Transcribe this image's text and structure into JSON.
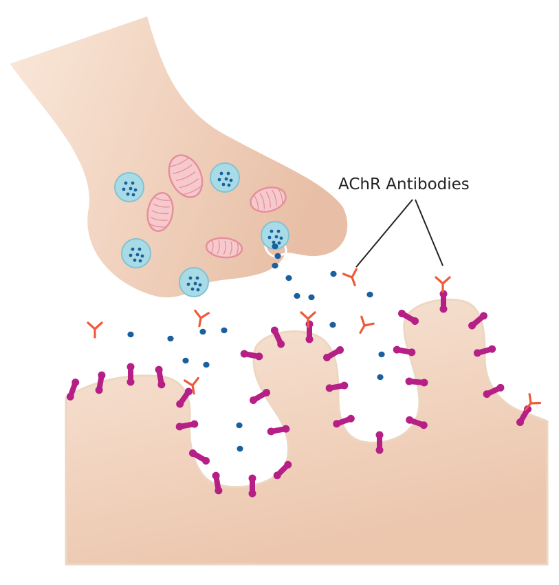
{
  "diagram": {
    "callout": {
      "label": "AChR Antibodies",
      "icon": "antibody-icon"
    },
    "elements": {
      "presynaptic_terminal": {
        "icon": "nerve-terminal-shape"
      },
      "postsynaptic_membrane": {
        "icon": "muscle-membrane-folds"
      },
      "synaptic_vesicle": {
        "icon": "vesicle-icon"
      },
      "mitochondrion": {
        "icon": "mitochondrion-icon"
      },
      "acetylcholine": {
        "icon": "dot-icon"
      },
      "receptor": {
        "icon": "receptor-icon"
      },
      "antibody": {
        "icon": "antibody-icon"
      }
    }
  },
  "colors": {
    "nerve_fill_light": "#fae8da",
    "nerve_fill_dark": "#e8bfa6",
    "membrane_outline": "#ecd7c2",
    "muscle_fill_light": "#f8e6d8",
    "muscle_fill_dark": "#ecc6ad",
    "vesicle": "#a9dbe6",
    "vesicle_outline": "#7fc3d4",
    "acetylcholine": "#1a5f9e",
    "mitochondrion_fill": "#f6c9cc",
    "mitochondrion_outline": "#e58f9a",
    "receptor": "#b51f86",
    "antibody": "#ee5a3a",
    "callout_line": "#222222"
  }
}
